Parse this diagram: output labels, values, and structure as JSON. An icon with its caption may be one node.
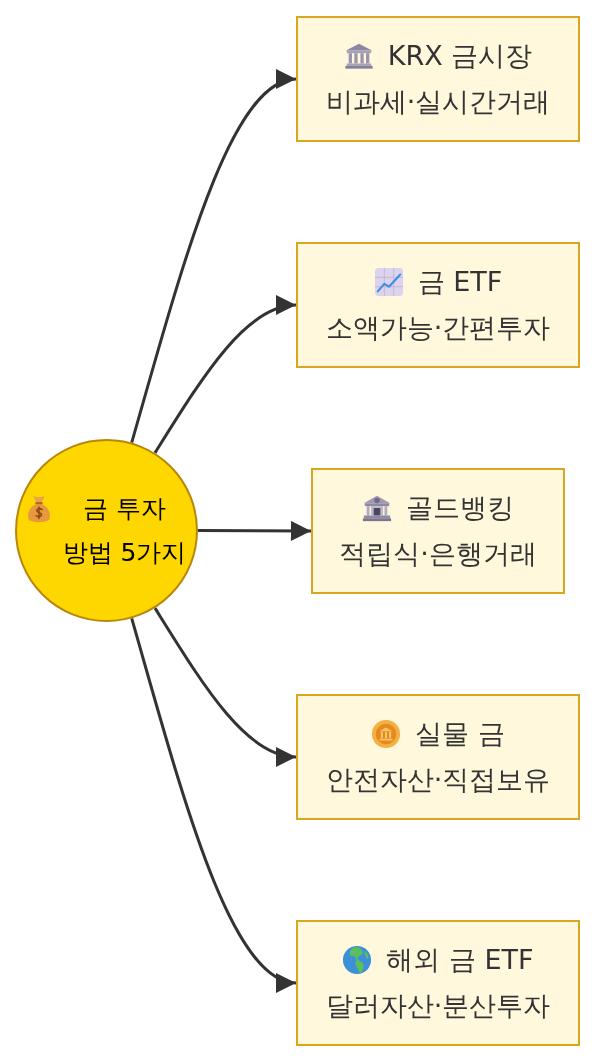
{
  "diagram": {
    "nodes": [
      {
        "text": [
          "금 투자 방법 5가지"
        ]
      },
      {
        "text": [
          "KRX 금시장",
          "비과세·실시간거래"
        ]
      },
      {
        "text": [
          "금 ETF",
          "소액가능·간편투자"
        ]
      },
      {
        "text": [
          "골드뱅킹",
          "적립식·은행거래"
        ]
      },
      {
        "text": [
          "실물 금",
          "안전자산·직접보유"
        ]
      },
      {
        "text": [
          "해외 금 ETF",
          "달러자산·분산투자"
        ]
      }
    ],
    "edges": [
      {
        "from": 0,
        "to": 1,
        "arrow": "to"
      },
      {
        "from": 0,
        "to": 2,
        "arrow": "to"
      },
      {
        "from": 0,
        "to": 3,
        "arrow": "to"
      },
      {
        "from": 0,
        "to": 4,
        "arrow": "to"
      },
      {
        "from": 0,
        "to": 5,
        "arrow": "to"
      }
    ]
  }
}
